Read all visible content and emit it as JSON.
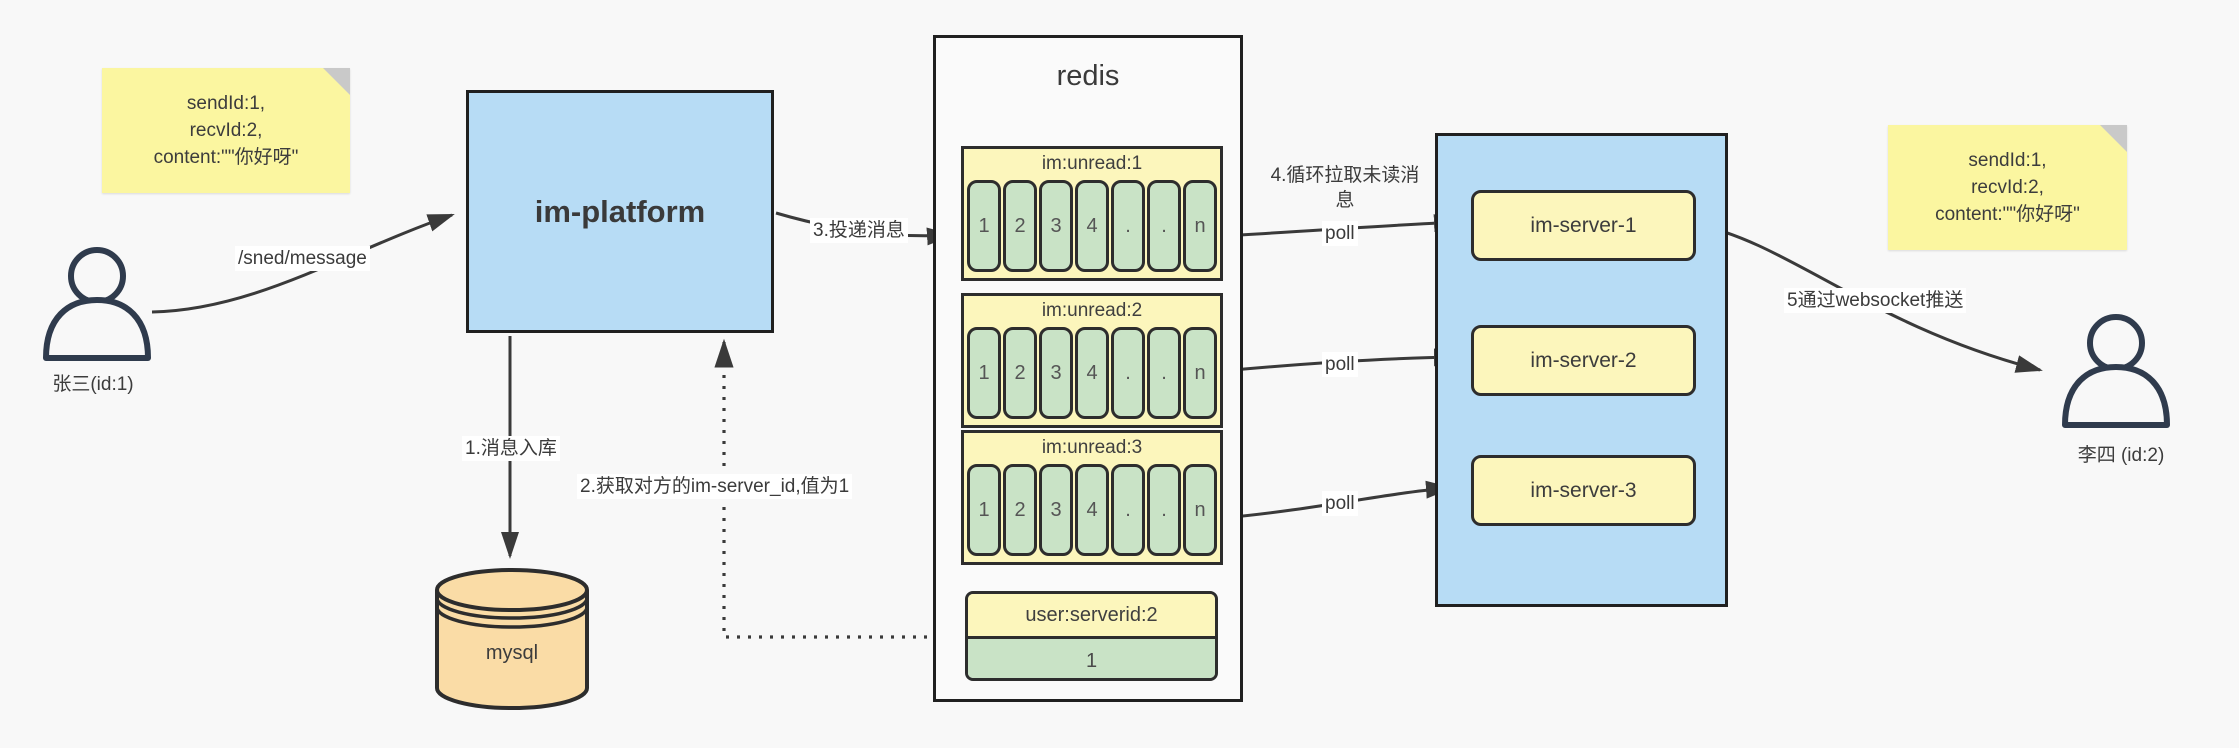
{
  "diagram": {
    "background": "#f8f8f8",
    "colors": {
      "box_blue": "#b7dcf5",
      "box_yellow": "#fcf6bc",
      "cell_green": "#c9e3c6",
      "note_yellow": "#fbf6a0",
      "mysql_orange": "#fadca6",
      "line_dark": "#3a3a3a",
      "person_stroke": "#2f3b4d"
    }
  },
  "note_left": {
    "lines": [
      "sendId:1,",
      "recvId:2,",
      "content:\"\"你好呀\""
    ]
  },
  "note_right": {
    "lines": [
      "sendId:1,",
      "recvId:2,",
      "content:\"\"你好呀\""
    ]
  },
  "sender": {
    "label": "张三(id:1)"
  },
  "receiver": {
    "label": "李四 (id:2)"
  },
  "platform": {
    "label": "im-platform"
  },
  "mysql": {
    "label": "mysql"
  },
  "redis": {
    "title": "redis",
    "unread_lists": [
      {
        "title": "im:unread:1",
        "cells": [
          "1",
          "2",
          "3",
          "4",
          ".",
          ".",
          "n"
        ]
      },
      {
        "title": "im:unread:2",
        "cells": [
          "1",
          "2",
          "3",
          "4",
          ".",
          ".",
          "n"
        ]
      },
      {
        "title": "im:unread:3",
        "cells": [
          "1",
          "2",
          "3",
          "4",
          ".",
          ".",
          "n"
        ]
      }
    ],
    "server_map": {
      "title": "user:serverid:2",
      "value": "1"
    }
  },
  "servers": {
    "items": [
      {
        "label": "im-server-1"
      },
      {
        "label": "im-server-2"
      },
      {
        "label": "im-server-3"
      }
    ]
  },
  "labels": {
    "send_endpoint": "/sned/message",
    "step1": "1.消息入库",
    "step2": "2.获取对方的im-server_id,值为1",
    "step3": "3.投递消息",
    "step4": "4.循环拉取未读消息",
    "step5": "5通过websocket推送",
    "poll": "poll"
  }
}
